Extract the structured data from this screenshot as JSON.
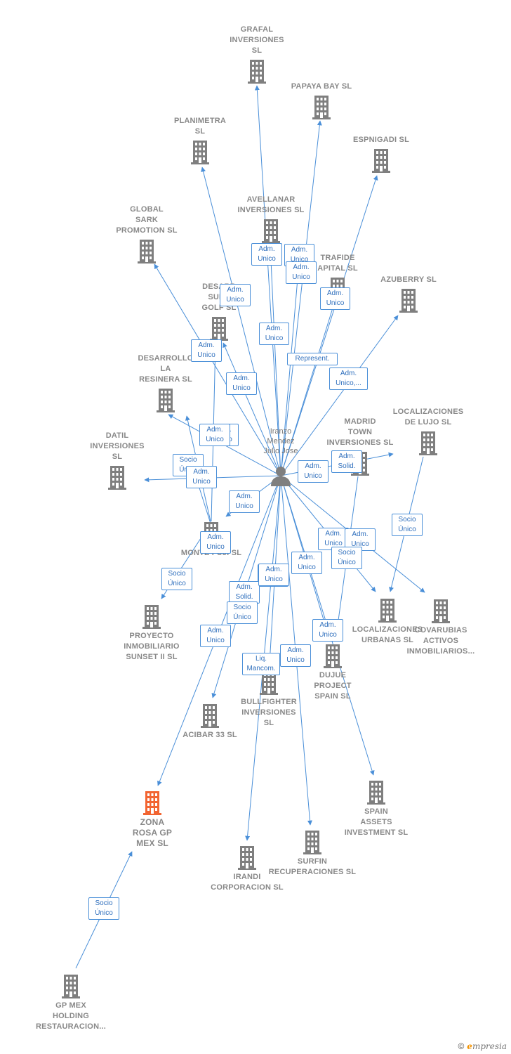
{
  "center": {
    "id": "iranzo",
    "label": "Iranzo\nMendez\nJulio Jose"
  },
  "colors": {
    "edge": "#4a8fd8",
    "building": "#7f7f7f",
    "highlight": "#f26532"
  },
  "companies": [
    {
      "id": "grafal",
      "name": "GRAFAL\nINVERSIONES\nSL"
    },
    {
      "id": "papaya",
      "name": "PAPAYA BAY SL"
    },
    {
      "id": "espnigadi",
      "name": "ESPNIGADI  SL"
    },
    {
      "id": "planimetra",
      "name": "PLANIMETRA\nSL"
    },
    {
      "id": "avellanar",
      "name": "AVELLANAR\nINVERSIONES SL"
    },
    {
      "id": "global",
      "name": "GLOBAL\nSARK\nPROMOTION SL"
    },
    {
      "id": "trafide",
      "name": "TRAFIDE\nAPITAL  SL"
    },
    {
      "id": "azuberry",
      "name": "AZUBERRY  SL"
    },
    {
      "id": "desarr_golf",
      "name": "DESARR\nSUNS\nGOLF  SL"
    },
    {
      "id": "resinera",
      "name": "DESARROLLO\nLA\nRESINERA  SL"
    },
    {
      "id": "localiz_lujo",
      "name": "LOCALIZACIONES\nDE LUJO SL"
    },
    {
      "id": "madrid",
      "name": "MADRID\nTOWN\nINVERSIONES SL"
    },
    {
      "id": "datil",
      "name": "DATIL\nINVERSIONES\nSL"
    },
    {
      "id": "monte",
      "name": "MONTE FUJI SL"
    },
    {
      "id": "proyecto",
      "name": "PROYECTO\nINMOBILIARIO\nSUNSET II  SL"
    },
    {
      "id": "localiz_urb",
      "name": "LOCALIZACIONES\nURBANAS SL"
    },
    {
      "id": "covarrubias",
      "name": "COVARUBIAS\nACTIVOS\nINMOBILIARIOS..."
    },
    {
      "id": "dujue",
      "name": "DUJUE\nPROJECT\nSPAIN  SL"
    },
    {
      "id": "bullfighter",
      "name": "BULLFIGHTER\nINVERSIONES\nSL"
    },
    {
      "id": "acibar",
      "name": "ACIBAR 33  SL"
    },
    {
      "id": "spain_assets",
      "name": "SPAIN\nASSETS\nINVESTMENT SL"
    },
    {
      "id": "zona",
      "name": "ZONA\nROSA GP\nMEX  SL",
      "highlight": true
    },
    {
      "id": "surfin",
      "name": "SURFIN\nRECUPERACIONES SL"
    },
    {
      "id": "irandi",
      "name": "IRANDI\nCORPORACION SL"
    },
    {
      "id": "gpmex",
      "name": "GP MEX\nHOLDING\nRESTAURACION..."
    }
  ],
  "edge_labels": [
    "Adm.\nUnico",
    "Adm.\nUnico",
    "Adm.\nUnico",
    "Adm.\nUnico",
    "Adm.\nUnico",
    "Adm.\nUnico",
    "Represent.",
    "Adm.\nUnico,...",
    "Adm.\nUnico",
    "Adm.\nUnico",
    "Adm.\nUnico",
    "Socio\nÚnico",
    "Adm.\nUnico",
    "Adm.\nUnico",
    "Adm.\nSolid.",
    "Adm.\nUnico",
    "Socio\nÚnico",
    "Adm.\nUnico",
    "Socio\nÚnico",
    "Adm.\nUnico",
    "Adm.\nUnico",
    "Adm.\nUnico",
    "Adm.\nUnico",
    "Socio\nÚnico",
    "Adm.\nUnico",
    "Adm.\nSolid.",
    "Socio\nÚnico",
    "Adm.\nUnico",
    "Adm.\nUnico",
    "Adm.\nUnico",
    "Adm.\nUnico",
    "Liq.\nMancom.",
    "Socio\nÚnico"
  ],
  "footer": {
    "copyright": "©",
    "brand_e": "e",
    "brand_rest": "mpresia"
  }
}
